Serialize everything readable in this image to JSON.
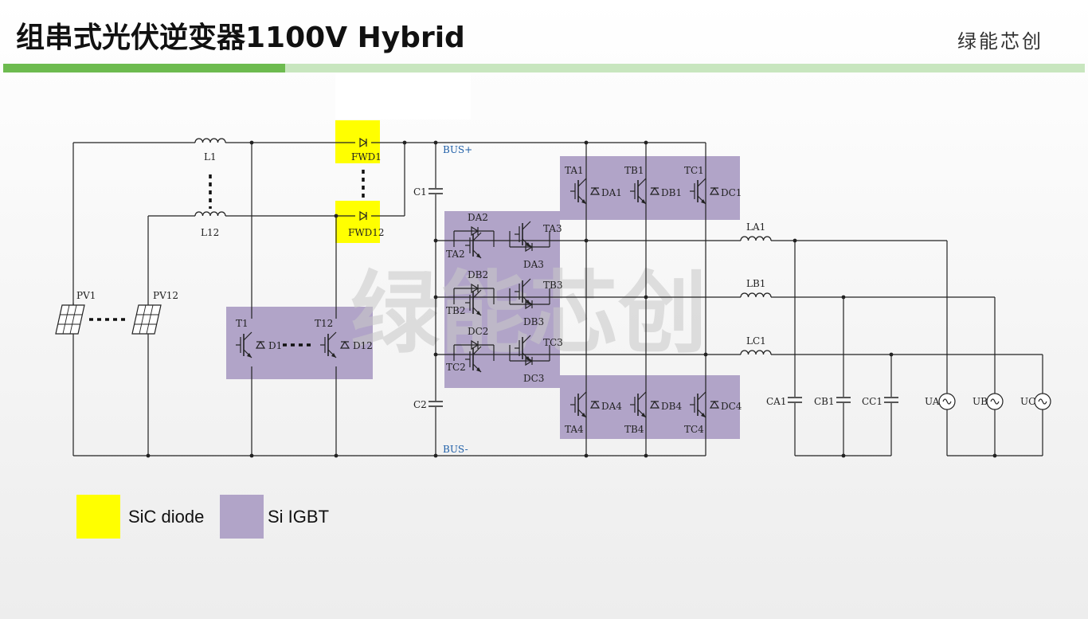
{
  "header": {
    "title": "组串式光伏逆变器1100V Hybrid",
    "brand": "绿能芯创"
  },
  "watermark": "绿能芯创",
  "colors": {
    "sic_diode": "#ffff00",
    "si_igbt": "#b1a4c8",
    "accent_green": "#6dbb4f",
    "bus_label": "#1f5fa8"
  },
  "diagram": {
    "inductors": {
      "l1": "L1",
      "l12": "L12",
      "la1": "LA1",
      "lb1": "LB1",
      "lc1": "LC1"
    },
    "pv": {
      "pv1": "PV1",
      "pv12": "PV12"
    },
    "boost": {
      "t1": "T1",
      "d1": "D1",
      "t12": "T12",
      "d12": "D12",
      "fwd1": "FWD1",
      "fwd12": "FWD12"
    },
    "bus": {
      "plus": "BUS+",
      "minus": "BUS-",
      "c1": "C1",
      "c2": "C2"
    },
    "npc": {
      "da2": "DA2",
      "ta3": "TA3",
      "ta2": "TA2",
      "da3": "DA3",
      "db2": "DB2",
      "tb3": "TB3",
      "tb2": "TB2",
      "db3": "DB3",
      "dc2": "DC2",
      "tc3": "TC3",
      "tc2": "TC2",
      "dc3": "DC3"
    },
    "upper": {
      "ta1": "TA1",
      "da1": "DA1",
      "tb1": "TB1",
      "db1": "DB1",
      "tc1": "TC1",
      "dc1": "DC1"
    },
    "lower": {
      "ta4": "TA4",
      "da4": "DA4",
      "tb4": "TB4",
      "db4": "DB4",
      "tc4": "TC4",
      "dc4": "DC4"
    },
    "filter": {
      "ca1": "CA1",
      "cb1": "CB1",
      "cc1": "CC1"
    },
    "grid": {
      "ua": "UA",
      "ub": "UB",
      "uc": "UC"
    }
  },
  "legend": [
    {
      "label": "SiC diode",
      "color": "#ffff00"
    },
    {
      "label": "Si IGBT",
      "color": "#b1a4c8"
    }
  ]
}
